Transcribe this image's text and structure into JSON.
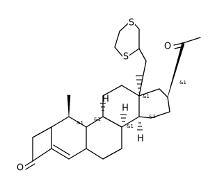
{
  "atoms": {
    "s1": "S",
    "s2": "S",
    "o_ketone": "O",
    "o_acetyl": "O",
    "h_c9": "H",
    "h_c8": "H",
    "h_c14": "H"
  },
  "stereo": {
    "c10": "&1",
    "c9": "&1",
    "c8": "&1",
    "c13": "&1",
    "c14": "&1",
    "c17": "&1"
  }
}
